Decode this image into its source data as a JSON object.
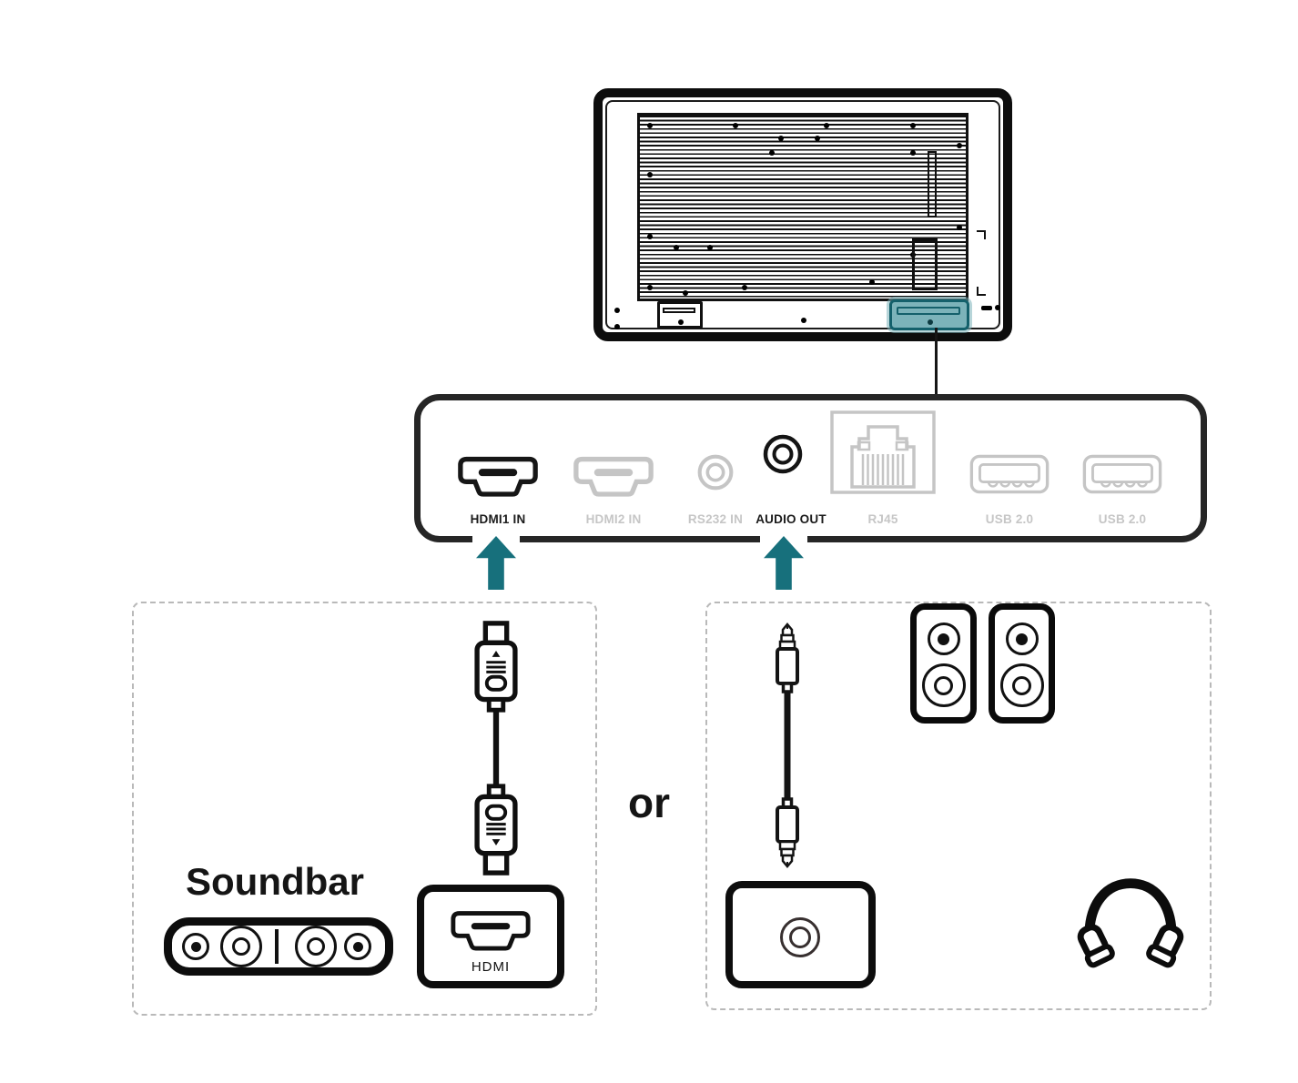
{
  "ports": [
    {
      "id": "hdmi1-in",
      "label": "HDMI1 IN",
      "active": true,
      "icon": "hdmi-port-icon"
    },
    {
      "id": "hdmi2-in",
      "label": "HDMI2 IN",
      "active": false,
      "icon": "hdmi-port-icon"
    },
    {
      "id": "rs232-in",
      "label": "RS232 IN",
      "active": false,
      "icon": "jack-port-icon"
    },
    {
      "id": "audio-out",
      "label": "AUDIO OUT",
      "active": true,
      "icon": "jack-port-icon"
    },
    {
      "id": "rj45",
      "label": "RJ45",
      "active": false,
      "icon": "ethernet-port-icon"
    },
    {
      "id": "usb-a",
      "label": "USB 2.0",
      "active": false,
      "icon": "usb-port-icon"
    },
    {
      "id": "usb-b",
      "label": "USB 2.0",
      "active": false,
      "icon": "usb-port-icon"
    }
  ],
  "connection_options": {
    "separator_label": "or",
    "soundbar_option": {
      "device_label": "Soundbar",
      "socket_label": "HDMI",
      "cable_icon": "hdmi-cable-icon",
      "device_icons": [
        "soundbar-icon",
        "hdmi-socket-icon"
      ]
    },
    "line_out_option": {
      "cable_icon": "audio-jack-cable-icon",
      "device_icons": [
        "audio-device-icon",
        "speaker-icon",
        "speaker-icon",
        "headphones-icon"
      ]
    }
  },
  "colors": {
    "arrow_teal": "#17707C",
    "highlight_fill": "#7CB3BA",
    "highlight_border": "#14606B",
    "active_port": "#1A1A1A",
    "inactive_port": "#C6C6C6",
    "dashed_border": "#B9B9B9"
  }
}
